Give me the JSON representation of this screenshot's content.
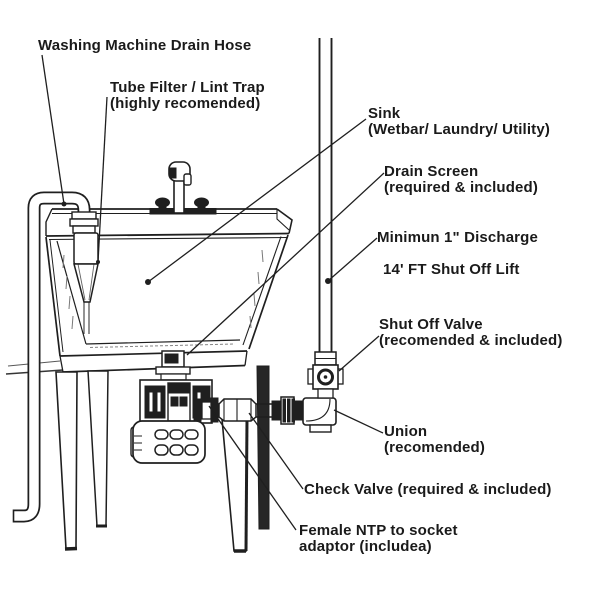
{
  "diagram": {
    "title": "Utility sink pump installation diagram",
    "colors": {
      "background": "#ffffff",
      "line": "#1f1f1f",
      "text": "#1a1a1a"
    },
    "labels": {
      "washing_hose": {
        "line1": "Washing Machine Drain Hose"
      },
      "tube_filter": {
        "line1": "Tube Filter / Lint Trap",
        "line2": "(highly recomended)"
      },
      "sink": {
        "line1": "Sink",
        "line2": "(Wetbar/ Laundry/ Utility)"
      },
      "drain_screen": {
        "line1": "Drain Screen",
        "line2": "(required & included)"
      },
      "discharge": {
        "line1": "Minimun 1\" Discharge"
      },
      "shutoff_lift": {
        "line1": "14' FT Shut Off Lift"
      },
      "shutoff_valve": {
        "line1": "Shut Off Valve",
        "line2": "(recomended & included)"
      },
      "union": {
        "line1": "Union",
        "line2": "(recomended)"
      },
      "check_valve": {
        "line1": "Check Valve (required & included)"
      },
      "female_adaptor": {
        "line1": "Female NTP to socket",
        "line2": "adaptor (includea)"
      }
    }
  }
}
